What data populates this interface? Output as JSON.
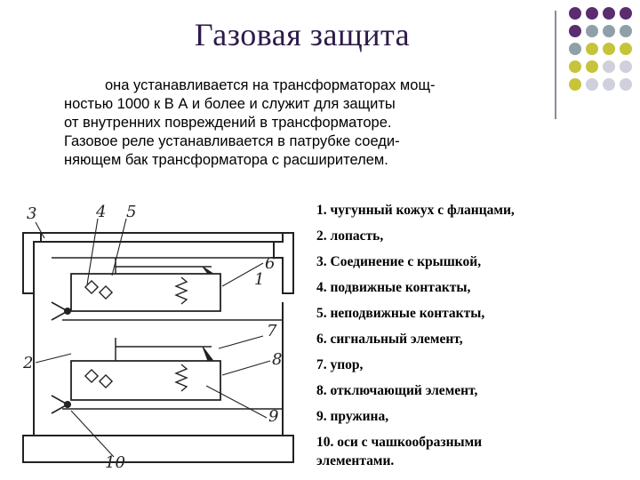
{
  "title": "Газовая защита",
  "intro_lines": [
    "она устанавливается на трансформаторах мощ-",
    "ностью 1000 к В А и более и служит для защиты",
    "от внутренних повреждений в трансформаторе.",
    "Газовое реле устанавливается в патрубке соеди-",
    "няющем бак трансформатора с расширителем."
  ],
  "legend": [
    "1. чугунный кожух с фланцами,",
    "2. лопасть,",
    "3. Соединение с крышкой,",
    "4. подвижные контакты,",
    "5. неподвижные контакты,",
    "6. сигнальный элемент,",
    "7. упор,",
    "8. отключающий элемент,",
    "9. пружина,",
    "10. оси с чашкообразными элементами."
  ],
  "diagram_labels": [
    "3",
    "4",
    "5",
    "6",
    "1",
    "7",
    "2",
    "8",
    "9",
    "10"
  ],
  "decor_colors": {
    "purple": "#5b2c6f",
    "grey": "#8fa0a8",
    "olive": "#c6c43a",
    "light": "#cfd0dc"
  }
}
